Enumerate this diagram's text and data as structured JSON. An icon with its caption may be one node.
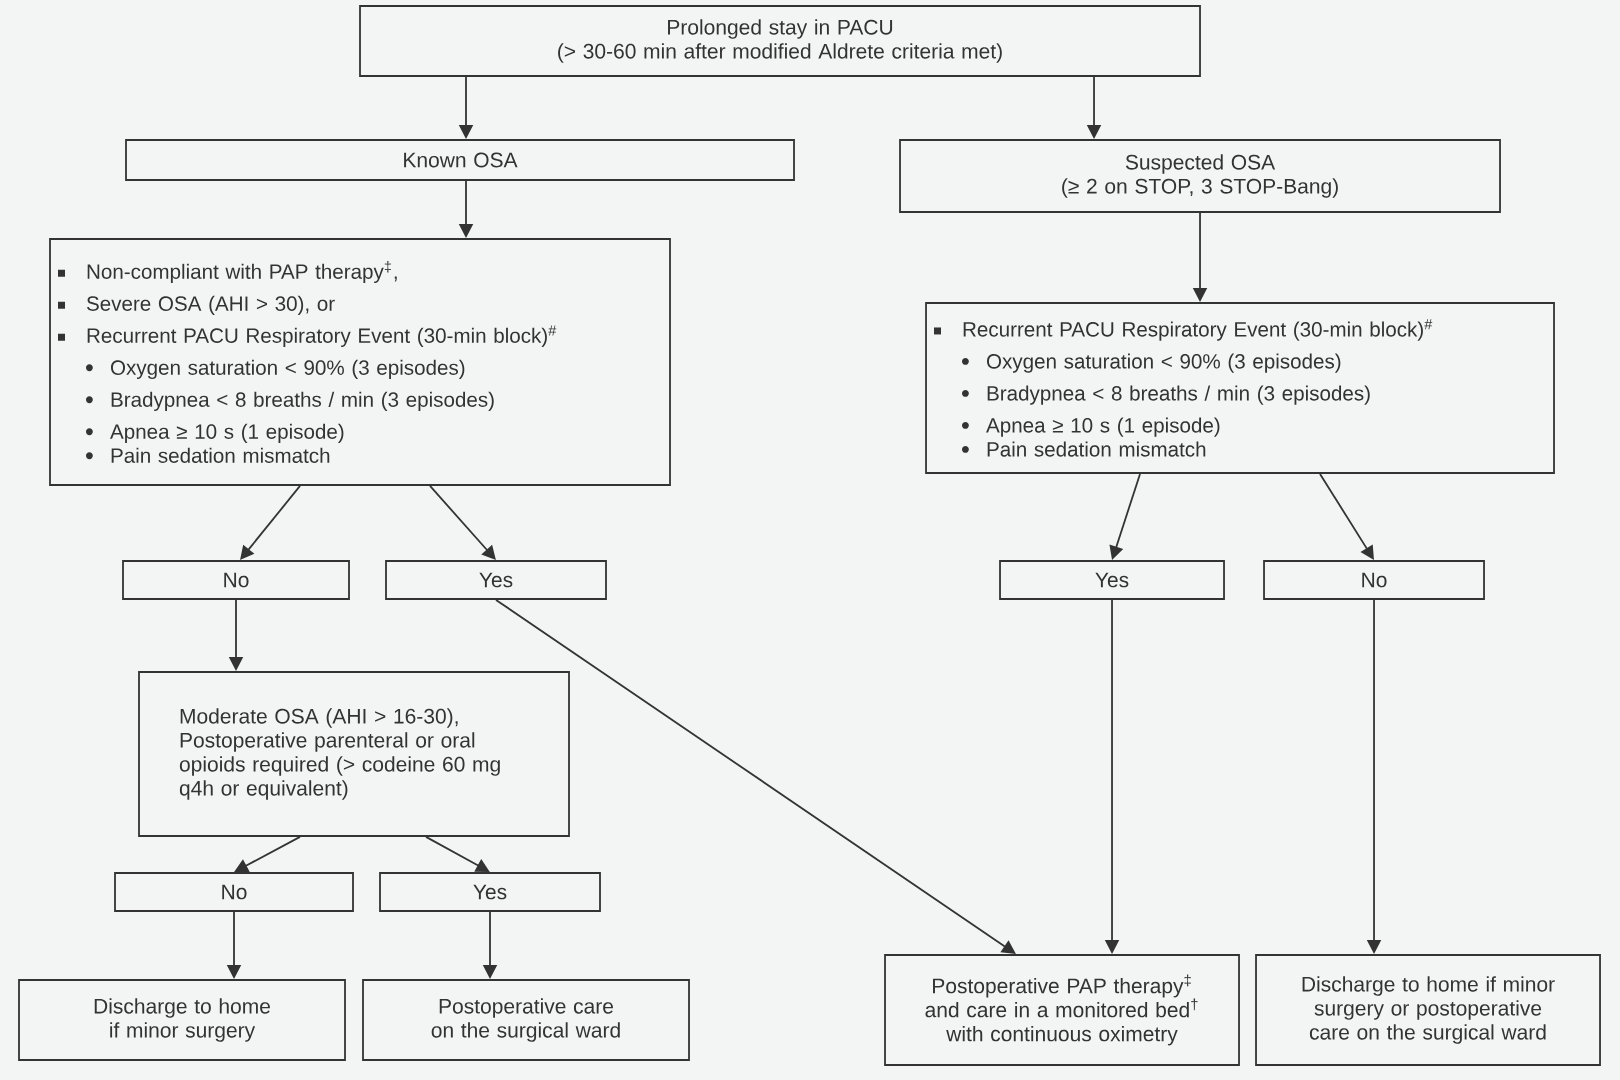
{
  "diagram": {
    "nodes": [
      {
        "text": [
          "Prolonged stay in PACU",
          "(> 30-60 min after modified Aldrete criteria met)"
        ]
      },
      {
        "text": [
          "Known OSA"
        ]
      },
      {
        "text": [
          "Suspected OSA",
          "(≥ 2 on STOP, 3 STOP-Bang)"
        ]
      },
      {
        "text": [
          "Non-compliant with PAP therapy$^{‡}$,",
          "Severe OSA (AHI > 30), or",
          "Recurrent PACU Respiratory Event (30-min block)$^{#}$",
          "Oxygen saturation < 90% (3 episodes)",
          "Bradypnea < 8 breaths / min (3 episodes)",
          "Apnea ≥ 10 s (1 episode)",
          "Pain sedation mismatch"
        ]
      },
      {
        "text": [
          "Recurrent PACU Respiratory Event (30-min block)$^{#}$",
          "Oxygen saturation < 90% (3 episodes)",
          "Bradypnea < 8 breaths / min (3 episodes)",
          "Apnea ≥ 10 s (1 episode)",
          "Pain sedation mismatch"
        ]
      },
      {
        "text": [
          "No"
        ]
      },
      {
        "text": [
          "Yes"
        ]
      },
      {
        "text": [
          "Yes"
        ]
      },
      {
        "text": [
          "No"
        ]
      },
      {
        "text": [
          "Moderate OSA (AHI > 16-30), Postoperative parenteral or oral opioids required (> codeine 60 mg q4h or equivalent)"
        ]
      },
      {
        "text": [
          "No"
        ]
      },
      {
        "text": [
          "Yes"
        ]
      },
      {
        "text": [
          "Discharge to home if minor surgery"
        ]
      },
      {
        "text": [
          "Postoperative care on the surgical ward"
        ]
      },
      {
        "text": [
          "Postoperative PAP therapy$^{‡}$ and care in a monitored bed$^{†}$ with continuous oximetry"
        ]
      },
      {
        "text": [
          "Discharge to home if minor surgery or postoperative care on the surgical ward"
        ]
      }
    ],
    "edges": [
      {
        "from": 0,
        "to": 1,
        "arrow": "to"
      },
      {
        "from": 0,
        "to": 2,
        "arrow": "to"
      },
      {
        "from": 1,
        "to": 3,
        "arrow": "to"
      },
      {
        "from": 2,
        "to": 4,
        "arrow": "to"
      },
      {
        "from": 3,
        "to": 5,
        "arrow": "to"
      },
      {
        "from": 3,
        "to": 6,
        "arrow": "to"
      },
      {
        "from": 4,
        "to": 7,
        "arrow": "to"
      },
      {
        "from": 4,
        "to": 8,
        "arrow": "to"
      },
      {
        "from": 5,
        "to": 9,
        "arrow": "to"
      },
      {
        "from": 6,
        "to": 14,
        "arrow": "to"
      },
      {
        "from": 9,
        "to": 10,
        "arrow": "to"
      },
      {
        "from": 9,
        "to": 11,
        "arrow": "to"
      },
      {
        "from": 10,
        "to": 12,
        "arrow": "to"
      },
      {
        "from": 11,
        "to": 13,
        "arrow": "to"
      },
      {
        "from": 7,
        "to": 14,
        "arrow": "to"
      },
      {
        "from": 8,
        "to": 15,
        "arrow": "to"
      }
    ]
  }
}
